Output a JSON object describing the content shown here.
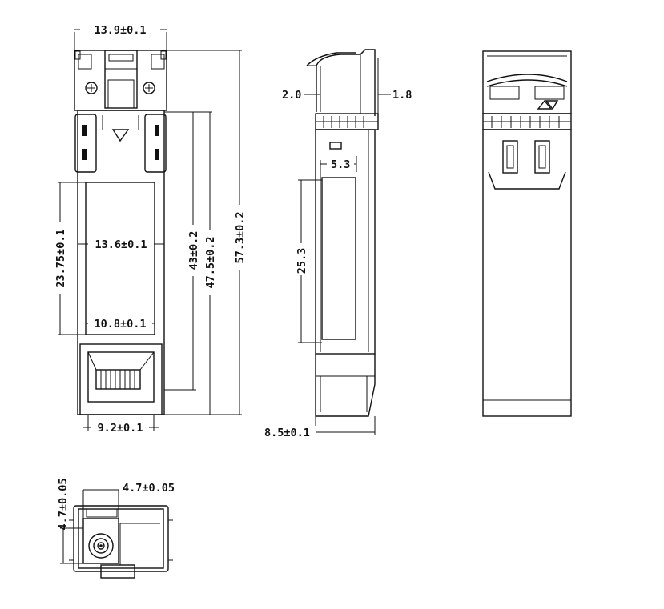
{
  "dimensions": {
    "top_width": "13.9±0.1",
    "label_width": "13.6±0.1",
    "label_inner_width": "10.8±0.1",
    "label_height": "23.75±0.1",
    "length_43": "43±0.2",
    "length_475": "47.5±0.2",
    "length_total": "57.3±0.2",
    "bottom_width": "9.2±0.1",
    "side_left": "2.0",
    "side_right": "1.8",
    "side_offset": "5.3",
    "side_label_height": "25.3",
    "side_depth": "8.5±0.1",
    "end_height": "4.7±0.05",
    "end_width": "4.7±0.05"
  }
}
